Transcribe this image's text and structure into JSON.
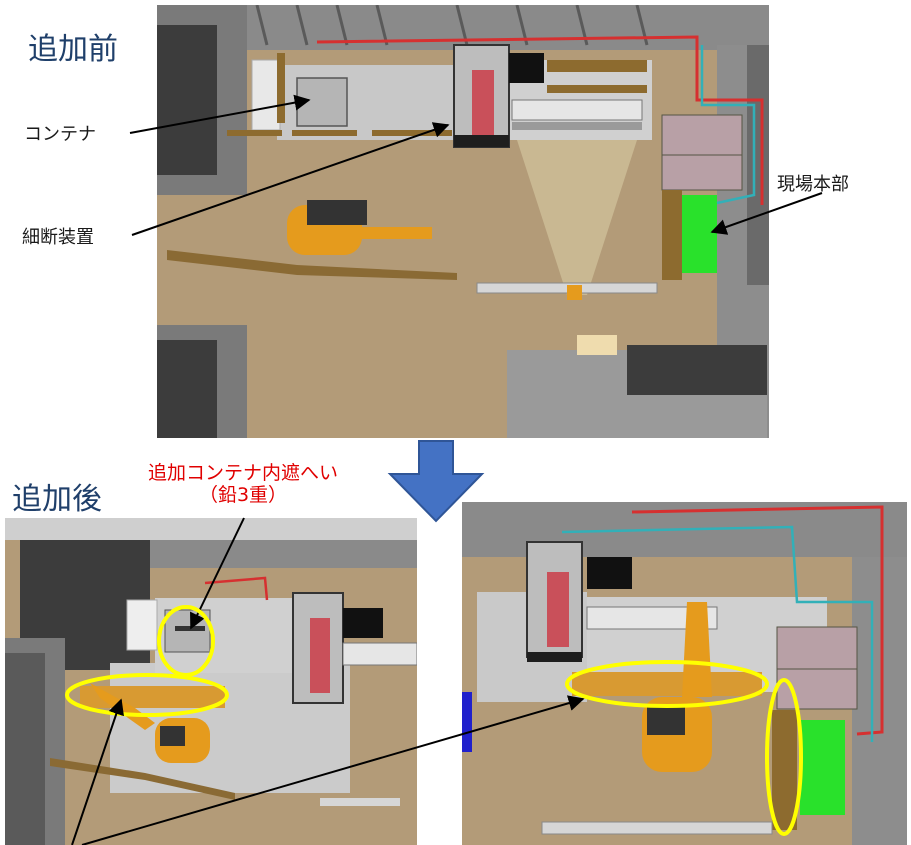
{
  "labels": {
    "before_title": "追加前",
    "after_title": "追加後",
    "container": "コンテナ",
    "shredder": "細断装置",
    "site_hq": "現場本部",
    "added_shield_line1": "追加コンテナ内遮へい",
    "added_shield_line2": "（鉛3重）"
  },
  "colors": {
    "floor": "#b39b78",
    "wall": "#6f6f6f",
    "wall_dark": "#3c3c3c",
    "concrete": "#c8c8c8",
    "machine_orange": "#e59b1d",
    "hq_green": "#29e12b",
    "rack_pink": "#b8a0a6",
    "pipe_red": "#d63030",
    "pipe_cyan": "#32b0b8",
    "highlight": "#ffff00",
    "arrow": "#4472c4",
    "note_red": "#e00000"
  }
}
